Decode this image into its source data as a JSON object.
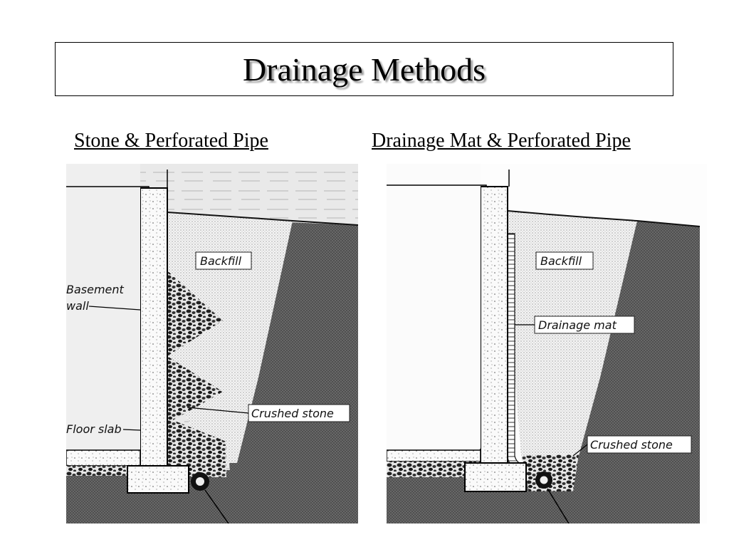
{
  "title": "Drainage Methods",
  "left": {
    "caption": "Stone & Perforated Pipe",
    "labels": {
      "backfill": "Backfill",
      "basement_wall_1": "Basement",
      "basement_wall_2": "wall",
      "crushed_stone": "Crushed stone",
      "floor_slab": "Floor slab"
    }
  },
  "right": {
    "caption": "Drainage Mat & Perforated Pipe",
    "labels": {
      "backfill": "Backfill",
      "drainage_mat": "Drainage mat",
      "crushed_stone": "Crushed stone"
    }
  }
}
